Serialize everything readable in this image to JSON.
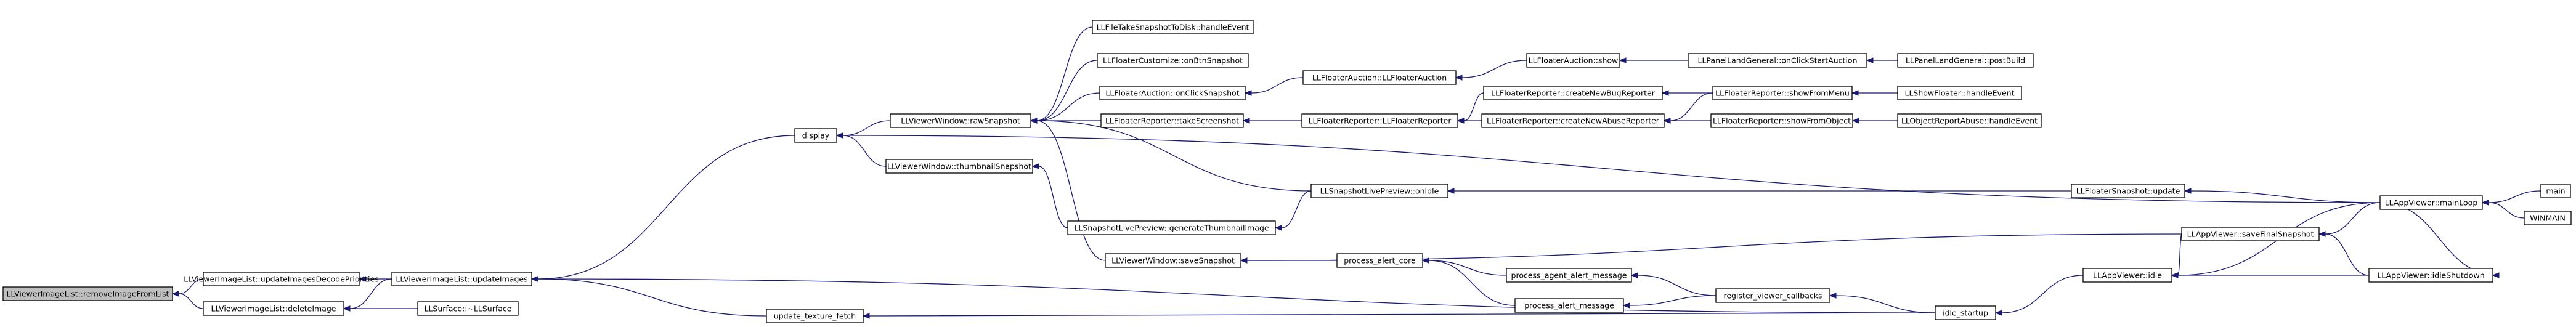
{
  "nodes": {
    "removeImageFromList": "LLViewerImageList::removeImageFromList",
    "updateImagesDecodePriorities": "LLViewerImageList::updateImagesDecodePriorities",
    "deleteImage": "LLViewerImageList::deleteImage",
    "updateImages": "LLViewerImageList::updateImages",
    "surfaceDtor": "LLSurface::~LLSurface",
    "display": "display",
    "updateTextureFetch": "update_texture_fetch",
    "rawSnapshot": "LLViewerWindow::rawSnapshot",
    "thumbnailSnapshot": "LLViewerWindow::thumbnailSnapshot",
    "takeSnapshotToDisk": "LLFileTakeSnapshotToDisk::handleEvent",
    "customizeOnBtnSnapshot": "LLFloaterCustomize::onBtnSnapshot",
    "auctionOnClickSnapshot": "LLFloaterAuction::onClickSnapshot",
    "reporterTakeScreenshot": "LLFloaterReporter::takeScreenshot",
    "generateThumbnailImage": "LLSnapshotLivePreview::generateThumbnailImage",
    "saveSnapshot": "LLViewerWindow::saveSnapshot",
    "floaterAuctionCtor": "LLFloaterAuction::LLFloaterAuction",
    "floaterReporterCtor": "LLFloaterReporter::LLFloaterReporter",
    "previewOnIdle": "LLSnapshotLivePreview::onIdle",
    "processAlertCore": "process_alert_core",
    "floaterAuctionShow": "LLFloaterAuction::show",
    "createNewBugReporter": "LLFloaterReporter::createNewBugReporter",
    "createNewAbuseReporter": "LLFloaterReporter::createNewAbuseReporter",
    "processAgentAlertMessage": "process_agent_alert_message",
    "processAlertMessage": "process_alert_message",
    "panelLandOnClickStartAuction": "LLPanelLandGeneral::onClickStartAuction",
    "showFromMenu": "LLFloaterReporter::showFromMenu",
    "showFromObject": "LLFloaterReporter::showFromObject",
    "registerViewerCallbacks": "register_viewer_callbacks",
    "panelLandPostBuild": "LLPanelLandGeneral::postBuild",
    "showReporterHandleEvent": "LLShowFloater::handleEvent",
    "objectReportAbuseHandleEvent": "LLObjectReportAbuse::handleEvent",
    "idleStartup": "idle_startup",
    "floaterSnapshotUpdate": "LLFloaterSnapshot::update",
    "appViewerIdle": "LLAppViewer::idle",
    "saveFinalSnapshot": "LLAppViewer::saveFinalSnapshot",
    "appViewerIdleShutdown": "LLAppViewer::idleShutdown",
    "appViewerMainLoop": "LLAppViewer::mainLoop",
    "main": "main",
    "winmain": "WINMAIN"
  },
  "colors": {
    "edge": "#191970",
    "root_fill": "#bfbfbf",
    "node_fill": "#ffffff",
    "node_stroke": "#000000"
  }
}
